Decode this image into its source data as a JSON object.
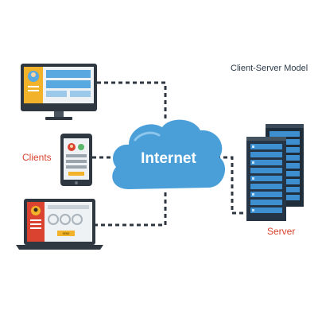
{
  "diagram": {
    "title": "Client-Server Model",
    "clients_label": "Clients",
    "server_label": "Server",
    "network_label": "Internet",
    "laptop_button_label": "SEND",
    "nodes": [
      {
        "id": "desktop-client",
        "kind": "desktop computer",
        "group": "clients"
      },
      {
        "id": "tablet-client",
        "kind": "tablet",
        "group": "clients"
      },
      {
        "id": "laptop-client",
        "kind": "laptop",
        "group": "clients"
      },
      {
        "id": "internet",
        "kind": "cloud",
        "group": "network"
      },
      {
        "id": "server-racks",
        "kind": "server racks",
        "group": "server"
      }
    ],
    "edges": [
      {
        "from": "desktop-client",
        "to": "internet",
        "style": "dashed"
      },
      {
        "from": "tablet-client",
        "to": "internet",
        "style": "dashed"
      },
      {
        "from": "laptop-client",
        "to": "internet",
        "style": "dashed"
      },
      {
        "from": "internet",
        "to": "server-racks",
        "style": "dashed"
      }
    ],
    "colors": {
      "cloud": "#4a9fd8",
      "device_frame": "#2f3740",
      "screen_accent": "#f2b22a",
      "screen_panel": "#5aa8e0",
      "label_red": "#d9432f",
      "server_body": "#253545",
      "server_lights": "#3d8fd0",
      "connector": "#2f3740"
    }
  }
}
